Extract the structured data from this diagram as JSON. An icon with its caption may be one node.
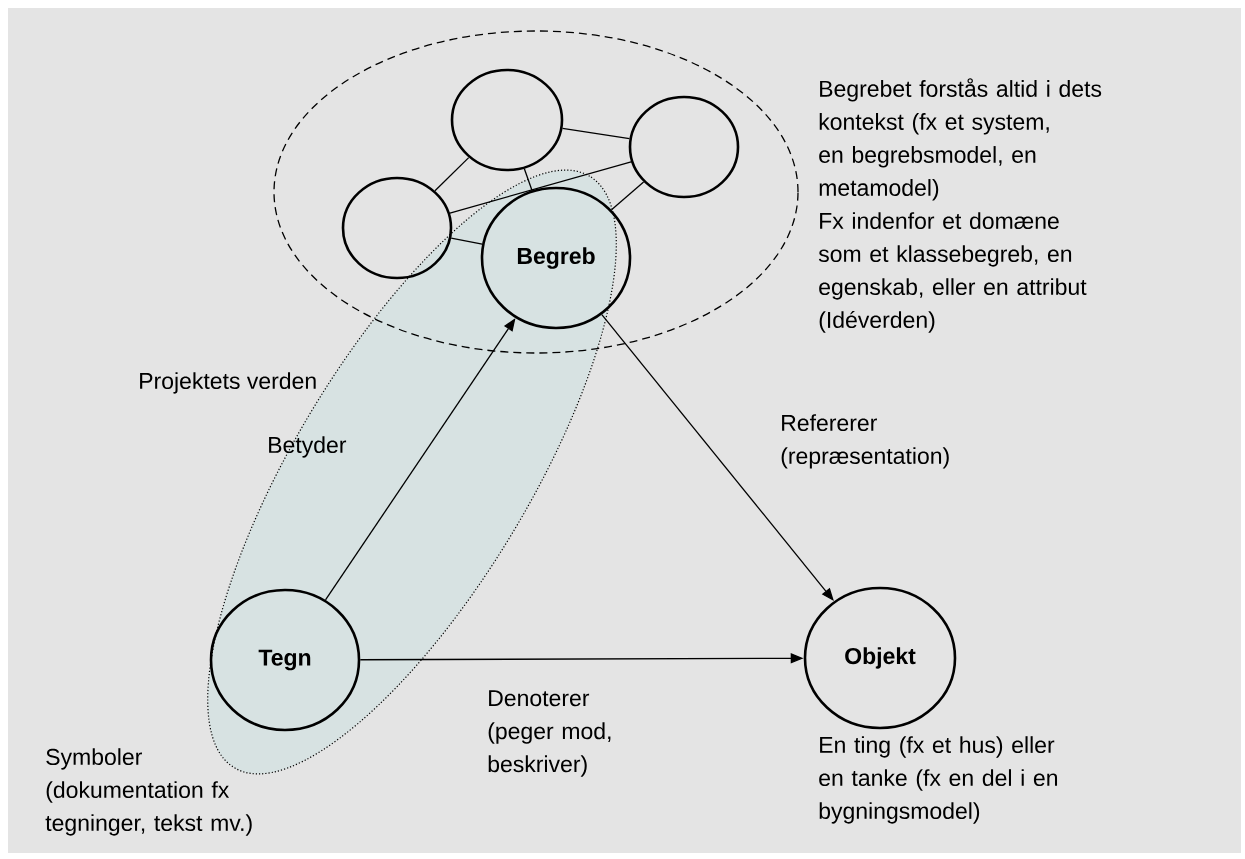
{
  "diagram": {
    "nodes": [
      {
        "text": [],
        "shape": "ellipse",
        "beside": [
          "Begrebet forstås altid i dets kontekst (fx et system, en begrebsmodel, en metamodel)"
        ]
      },
      {
        "text": [],
        "shape": "circle",
        "in": 0
      },
      {
        "text": [],
        "shape": "circle",
        "in": 0
      },
      {
        "text": [],
        "shape": "circle",
        "in": 0
      },
      {
        "text": [
          "Projektets verden"
        ]
      },
      {
        "text": [
          "Begreb"
        ],
        "in": 0
      },
      {
        "text": [
          "Tegn"
        ],
        "in": 4,
        "beside": [
          "Symboler (dokumentation fx tegninger, tekst mv.)"
        ]
      },
      {
        "text": [
          "Objekt"
        ],
        "beside": [
          "En ting (fx et hus) eller en tanke (fx en del i en bygningsmodel)"
        ]
      }
    ],
    "edges": [
      {
        "from": 3,
        "to": 1,
        "arrow": "none"
      },
      {
        "from": 1,
        "to": 2,
        "arrow": "none"
      },
      {
        "from": 1,
        "to": 5,
        "arrow": "none"
      },
      {
        "from": 3,
        "to": 2,
        "arrow": "none"
      },
      {
        "from": 3,
        "to": 5,
        "arrow": "none"
      },
      {
        "from": 2,
        "to": 5,
        "arrow": "none"
      },
      {
        "from": 6,
        "to": 5,
        "arrow": "to",
        "label": "Betyder"
      },
      {
        "from": 5,
        "to": 7,
        "arrow": "to",
        "label": "Refererer (repræsentation)"
      },
      {
        "from": 6,
        "to": 7,
        "arrow": "to",
        "label": "Denoterer (peger mod, beskriver)"
      }
    ],
    "labels": [
      "Fx indenfor et domæne som et klassebegreb, en egenskab, eller en attribut (Idéverden)"
    ]
  }
}
